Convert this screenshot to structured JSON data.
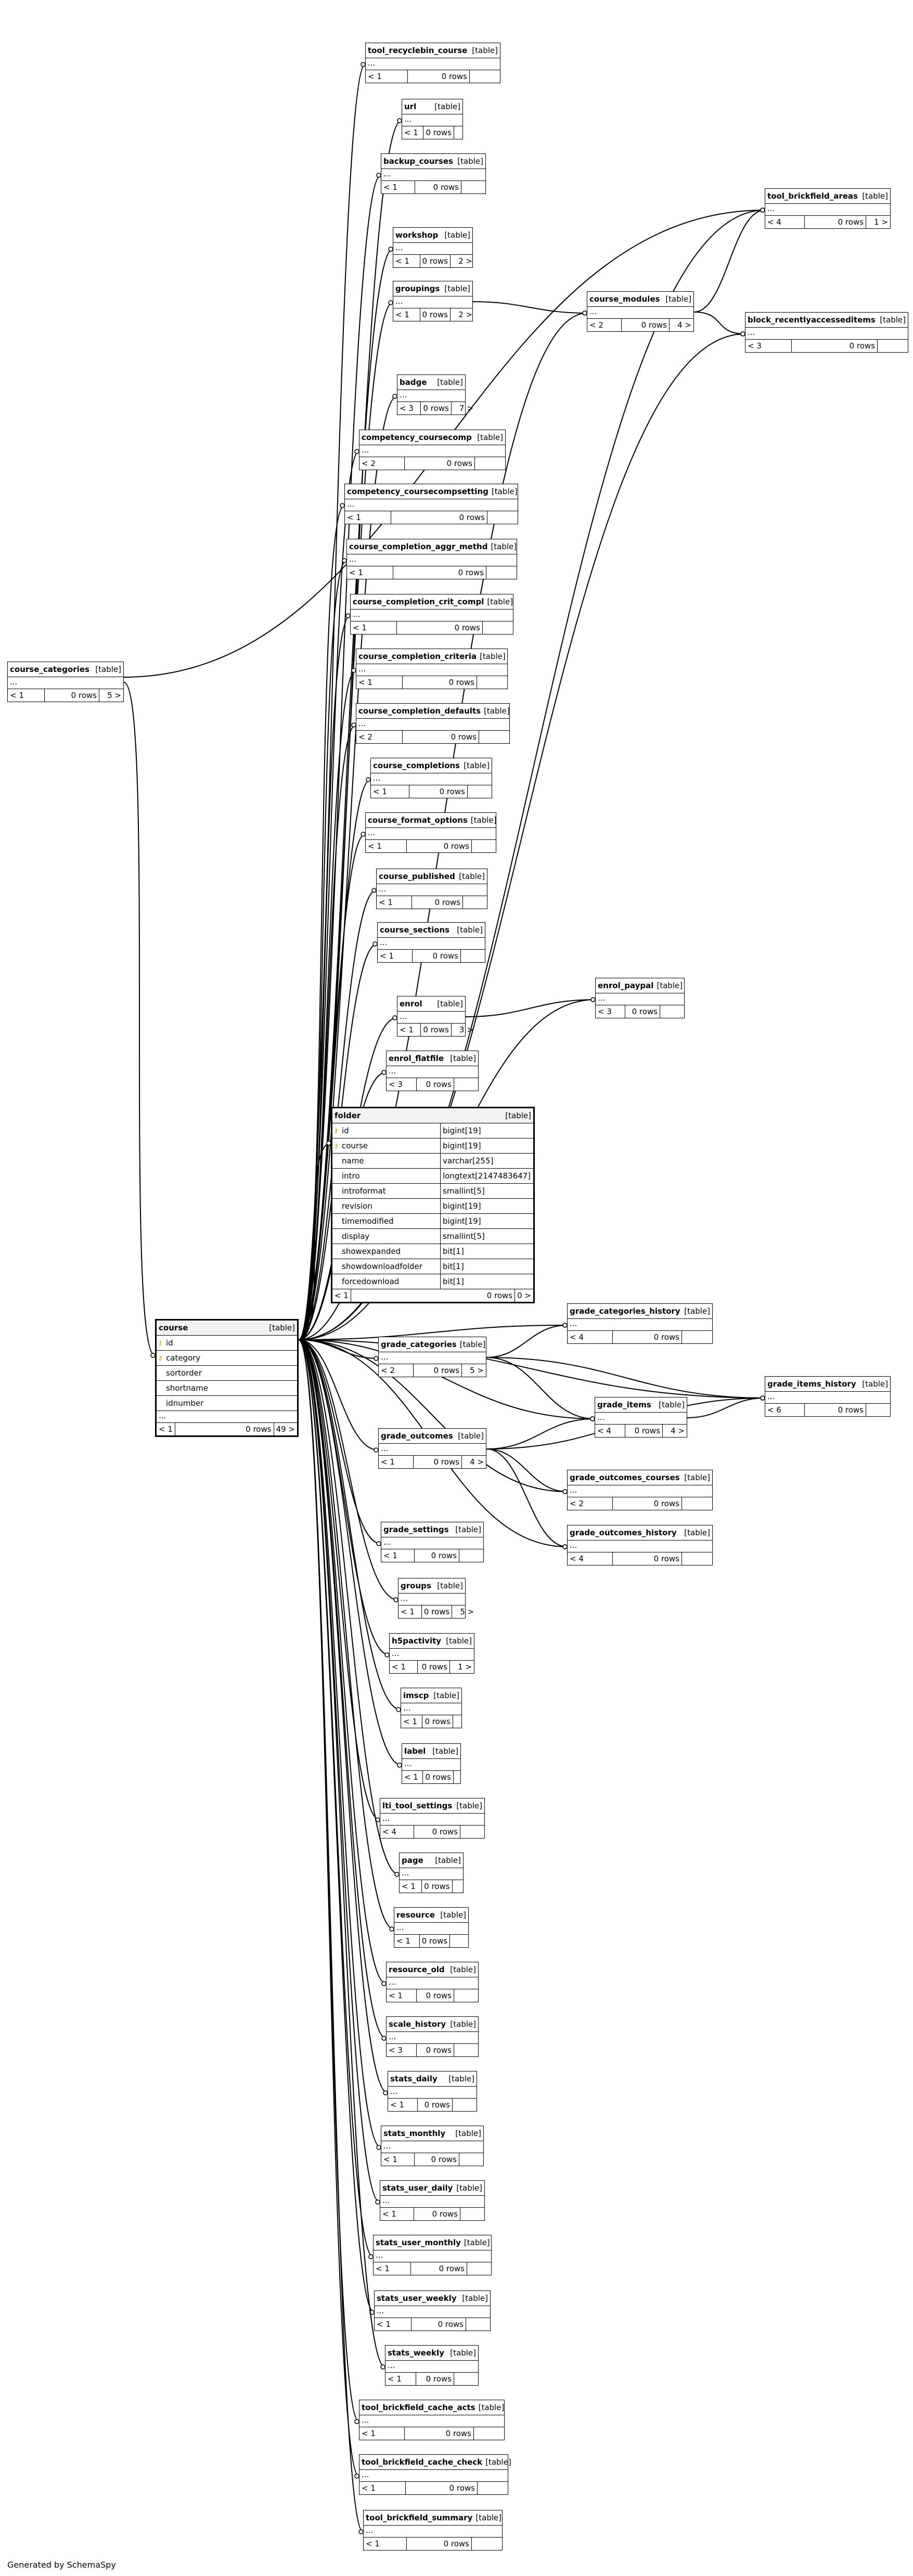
{
  "footer": "Generated by SchemaSpy",
  "tables": [
    {
      "id": "tool_recyclebin_course",
      "label": "[table]",
      "ft": [
        "< 1",
        "0 rows",
        ""
      ]
    },
    {
      "id": "url",
      "label": "[table]",
      "ft": [
        "< 1",
        "0 rows",
        ""
      ]
    },
    {
      "id": "backup_courses",
      "label": "[table]",
      "ft": [
        "< 1",
        "0 rows",
        ""
      ]
    },
    {
      "id": "tool_brickfield_areas",
      "label": "[table]",
      "ft": [
        "< 4",
        "0 rows",
        "1 >"
      ]
    },
    {
      "id": "workshop",
      "label": "[table]",
      "ft": [
        "< 1",
        "0 rows",
        "2 >"
      ]
    },
    {
      "id": "groupings",
      "label": "[table]",
      "ft": [
        "< 1",
        "0 rows",
        "2 >"
      ]
    },
    {
      "id": "course_modules",
      "label": "[table]",
      "ft": [
        "< 2",
        "0 rows",
        "4 >"
      ]
    },
    {
      "id": "block_recentlyaccesseditems",
      "label": "[table]",
      "ft": [
        "< 3",
        "0 rows",
        ""
      ]
    },
    {
      "id": "badge",
      "label": "[table]",
      "ft": [
        "< 3",
        "0 rows",
        "7 >"
      ]
    },
    {
      "id": "competency_coursecomp",
      "label": "[table]",
      "ft": [
        "< 2",
        "0 rows",
        ""
      ]
    },
    {
      "id": "competency_coursecompsetting",
      "label": "[table]",
      "ft": [
        "< 1",
        "0 rows",
        ""
      ]
    },
    {
      "id": "course_completion_aggr_methd",
      "label": "[table]",
      "ft": [
        "< 1",
        "0 rows",
        ""
      ]
    },
    {
      "id": "course_completion_crit_compl",
      "label": "[table]",
      "ft": [
        "< 1",
        "0 rows",
        ""
      ]
    },
    {
      "id": "course_categories",
      "label": "[table]",
      "ft": [
        "< 1",
        "0 rows",
        "5 >"
      ]
    },
    {
      "id": "course_completion_criteria",
      "label": "[table]",
      "ft": [
        "< 1",
        "0 rows",
        ""
      ]
    },
    {
      "id": "course_completion_defaults",
      "label": "[table]",
      "ft": [
        "< 2",
        "0 rows",
        ""
      ]
    },
    {
      "id": "course_completions",
      "label": "[table]",
      "ft": [
        "< 1",
        "0 rows",
        ""
      ]
    },
    {
      "id": "course_format_options",
      "label": "[table]",
      "ft": [
        "< 1",
        "0 rows",
        ""
      ]
    },
    {
      "id": "course_published",
      "label": "[table]",
      "ft": [
        "< 1",
        "0 rows",
        ""
      ]
    },
    {
      "id": "course_sections",
      "label": "[table]",
      "ft": [
        "< 1",
        "0 rows",
        ""
      ]
    },
    {
      "id": "enrol_paypal",
      "label": "[table]",
      "ft": [
        "< 3",
        "0 rows",
        ""
      ]
    },
    {
      "id": "enrol",
      "label": "[table]",
      "ft": [
        "< 1",
        "0 rows",
        "3 >"
      ]
    },
    {
      "id": "enrol_flatfile",
      "label": "[table]",
      "ft": [
        "< 3",
        "0 rows",
        ""
      ]
    },
    {
      "id": "grade_categories_history",
      "label": "[table]",
      "ft": [
        "< 4",
        "0 rows",
        ""
      ]
    },
    {
      "id": "grade_categories",
      "label": "[table]",
      "ft": [
        "< 2",
        "0 rows",
        "5 >"
      ]
    },
    {
      "id": "grade_items_history",
      "label": "[table]",
      "ft": [
        "< 6",
        "0 rows",
        ""
      ]
    },
    {
      "id": "grade_items",
      "label": "[table]",
      "ft": [
        "< 4",
        "0 rows",
        "4 >"
      ]
    },
    {
      "id": "grade_outcomes",
      "label": "[table]",
      "ft": [
        "< 1",
        "0 rows",
        "4 >"
      ]
    },
    {
      "id": "grade_outcomes_courses",
      "label": "[table]",
      "ft": [
        "< 2",
        "0 rows",
        ""
      ]
    },
    {
      "id": "grade_outcomes_history",
      "label": "[table]",
      "ft": [
        "< 4",
        "0 rows",
        ""
      ]
    },
    {
      "id": "grade_settings",
      "label": "[table]",
      "ft": [
        "< 1",
        "0 rows",
        ""
      ]
    },
    {
      "id": "groups",
      "label": "[table]",
      "ft": [
        "< 1",
        "0 rows",
        "5 >"
      ]
    },
    {
      "id": "h5pactivity",
      "label": "[table]",
      "ft": [
        "< 1",
        "0 rows",
        "1 >"
      ]
    },
    {
      "id": "imscp",
      "label": "[table]",
      "ft": [
        "< 1",
        "0 rows",
        ""
      ]
    },
    {
      "id": "label",
      "label": "[table]",
      "ft": [
        "< 1",
        "0 rows",
        ""
      ]
    },
    {
      "id": "lti_tool_settings",
      "label": "[table]",
      "ft": [
        "< 4",
        "0 rows",
        ""
      ]
    },
    {
      "id": "page",
      "label": "[table]",
      "ft": [
        "< 1",
        "0 rows",
        ""
      ]
    },
    {
      "id": "resource",
      "label": "[table]",
      "ft": [
        "< 1",
        "0 rows",
        ""
      ]
    },
    {
      "id": "resource_old",
      "label": "[table]",
      "ft": [
        "< 1",
        "0 rows",
        ""
      ]
    },
    {
      "id": "scale_history",
      "label": "[table]",
      "ft": [
        "< 3",
        "0 rows",
        ""
      ]
    },
    {
      "id": "stats_daily",
      "label": "[table]",
      "ft": [
        "< 1",
        "0 rows",
        ""
      ]
    },
    {
      "id": "stats_monthly",
      "label": "[table]",
      "ft": [
        "< 1",
        "0 rows",
        ""
      ]
    },
    {
      "id": "stats_user_daily",
      "label": "[table]",
      "ft": [
        "< 1",
        "0 rows",
        ""
      ]
    },
    {
      "id": "stats_user_monthly",
      "label": "[table]",
      "ft": [
        "< 1",
        "0 rows",
        ""
      ]
    },
    {
      "id": "stats_user_weekly",
      "label": "[table]",
      "ft": [
        "< 1",
        "0 rows",
        ""
      ]
    },
    {
      "id": "stats_weekly",
      "label": "[table]",
      "ft": [
        "< 1",
        "0 rows",
        ""
      ]
    },
    {
      "id": "tool_brickfield_cache_acts",
      "label": "[table]",
      "ft": [
        "< 1",
        "0 rows",
        ""
      ]
    },
    {
      "id": "tool_brickfield_cache_check",
      "label": "[table]",
      "ft": [
        "< 1",
        "0 rows",
        ""
      ]
    },
    {
      "id": "tool_brickfield_summary",
      "label": "[table]",
      "ft": [
        "< 1",
        "0 rows",
        ""
      ]
    }
  ],
  "folder": {
    "name": "folder",
    "label": "[table]",
    "columns": [
      {
        "key": true,
        "name": "id",
        "type": "bigint[19]"
      },
      {
        "key": true,
        "name": "course",
        "type": "bigint[19]"
      },
      {
        "key": false,
        "name": "name",
        "type": "varchar[255]"
      },
      {
        "key": false,
        "name": "intro",
        "type": "longtext[2147483647]"
      },
      {
        "key": false,
        "name": "introformat",
        "type": "smallint[5]"
      },
      {
        "key": false,
        "name": "revision",
        "type": "bigint[19]"
      },
      {
        "key": false,
        "name": "timemodified",
        "type": "bigint[19]"
      },
      {
        "key": false,
        "name": "display",
        "type": "smallint[5]"
      },
      {
        "key": false,
        "name": "showexpanded",
        "type": "bit[1]"
      },
      {
        "key": false,
        "name": "showdownloadfolder",
        "type": "bit[1]"
      },
      {
        "key": false,
        "name": "forcedownload",
        "type": "bit[1]"
      }
    ],
    "ft": [
      "< 1",
      "0 rows",
      "0 >"
    ]
  },
  "course": {
    "name": "course",
    "label": "[table]",
    "columns": [
      {
        "key": true,
        "name": "id"
      },
      {
        "key": true,
        "name": "category"
      },
      {
        "key": false,
        "name": "sortorder"
      },
      {
        "key": false,
        "name": "shortname"
      },
      {
        "key": false,
        "name": "idnumber"
      }
    ],
    "ft": [
      "< 1",
      "0 rows",
      "49 >"
    ]
  }
}
